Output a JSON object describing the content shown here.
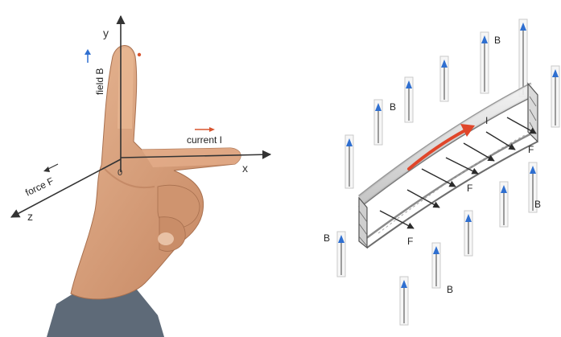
{
  "left_figure": {
    "axes": {
      "y": "y",
      "x": "x",
      "z": "z",
      "origin": "0"
    },
    "labels": {
      "field": "field B",
      "current": "current I",
      "force": "force F"
    }
  },
  "right_figure": {
    "current_label": "I",
    "field_label": "B",
    "force_label": "F",
    "field_arrow_color": "#2f6fd0",
    "current_arrow_color": "#e0462a",
    "force_arrow_color": "#2b2b2b"
  },
  "colors": {
    "skin": "#d9a27c",
    "skin_shadow": "#b97d5a",
    "sleeve": "#5e6a78",
    "current_marker": "#d8552f"
  }
}
